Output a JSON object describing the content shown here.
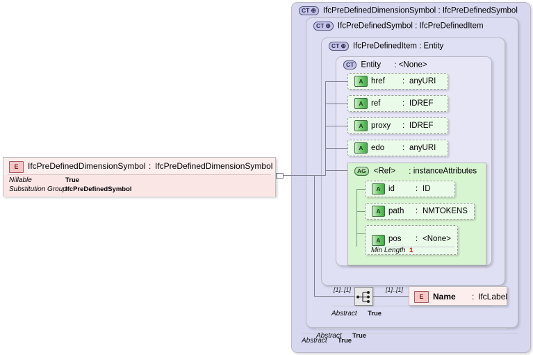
{
  "diagram": {
    "title": "IfcPreDefinedDimensionSymbol XSD element diagram",
    "colors": {
      "element_fill": "#fdeeee",
      "complextype_fill": "#d7d7f0",
      "attribute_fill": "#eafbe9",
      "attributegroup_fill": "#d8f5d2",
      "facet_number": "#cc0000"
    }
  },
  "element_box": {
    "icon": "E",
    "name": "IfcPreDefinedDimensionSymbol",
    "separator": ":",
    "type": "IfcPreDefinedDimensionSymbol",
    "properties": [
      {
        "key": "Nillable",
        "value": "True"
      },
      {
        "key": "Substitution Group",
        "value": "IfcPreDefinedSymbol"
      }
    ]
  },
  "containers": [
    {
      "badge": "CT",
      "has_plus": true,
      "name": "IfcPreDefinedDimensionSymbol",
      "separator": ":",
      "type": "IfcPreDefinedSymbol",
      "abstract_key": "Abstract",
      "abstract_value": "True"
    },
    {
      "badge": "CT",
      "has_plus": true,
      "name": "IfcPreDefinedSymbol",
      "separator": ":",
      "type": "IfcPreDefinedItem",
      "abstract_key": "Abstract",
      "abstract_value": "True"
    },
    {
      "badge": "CT",
      "has_plus": true,
      "name": "IfcPreDefinedItem",
      "separator": ":",
      "type": "Entity",
      "abstract_key": "Abstract",
      "abstract_value": "True"
    },
    {
      "badge": "CT",
      "has_plus": false,
      "name": "Entity",
      "separator": ":",
      "type": "<None>",
      "abstract_key": "",
      "abstract_value": ""
    }
  ],
  "attributes": [
    {
      "icon": "A",
      "name": "href",
      "separator": ":",
      "type": "anyURI"
    },
    {
      "icon": "A",
      "name": "ref",
      "separator": ":",
      "type": "IDREF"
    },
    {
      "icon": "A",
      "name": "proxy",
      "separator": ":",
      "type": "IDREF"
    },
    {
      "icon": "A",
      "name": "edo",
      "separator": ":",
      "type": "anyURI"
    }
  ],
  "attribute_group": {
    "badge": "AG",
    "name": "<Ref>",
    "separator": ":",
    "type": "instanceAttributes",
    "attributes": [
      {
        "icon": "A",
        "name": "id",
        "separator": ":",
        "type": "ID"
      },
      {
        "icon": "A",
        "name": "path",
        "separator": ":",
        "type": "NMTOKENS"
      },
      {
        "icon": "A",
        "name": "pos",
        "separator": ":",
        "type": "<None>",
        "facets": [
          {
            "key": "Min Length",
            "value": "1"
          }
        ]
      }
    ]
  },
  "sequence": {
    "icon": "sequence-compositor",
    "left_cardinality": "[1]..[1]",
    "right_cardinality": "[1]..[1]"
  },
  "child_element": {
    "icon": "E",
    "name": "Name",
    "separator": ":",
    "type": "IfcLabel"
  }
}
